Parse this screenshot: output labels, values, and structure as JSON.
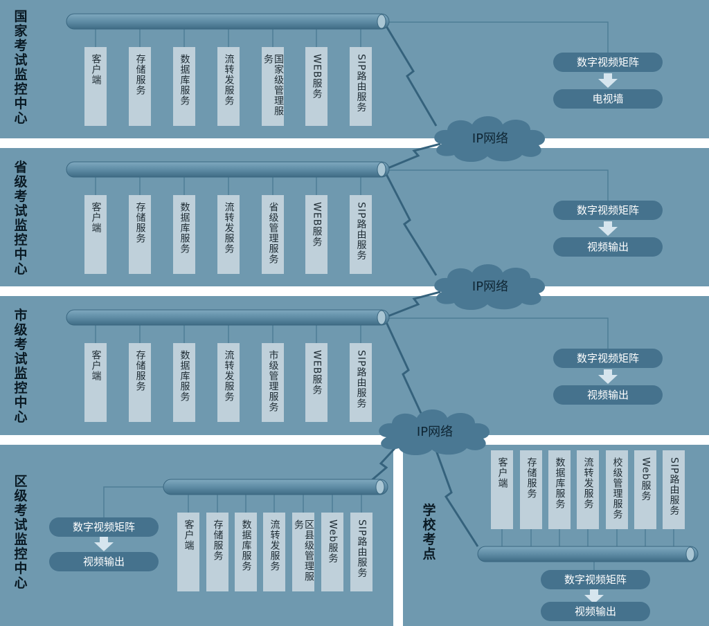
{
  "tiers": [
    {
      "title": "国家考试监控中心",
      "services": [
        "客户端",
        "存储服务",
        "数据库服务",
        "流转发服务",
        "国家级管理服务",
        "WEB服务",
        "SIP路由服务"
      ],
      "matrix": "数字视频矩阵",
      "output": "电视墙"
    },
    {
      "title": "省级考试监控中心",
      "services": [
        "客户端",
        "存储服务",
        "数据库服务",
        "流转发服务",
        "省级管理服务",
        "WEB服务",
        "SIP路由服务"
      ],
      "matrix": "数字视频矩阵",
      "output": "视频输出"
    },
    {
      "title": "市级考试监控中心",
      "services": [
        "客户端",
        "存储服务",
        "数据库服务",
        "流转发服务",
        "市级管理服务",
        "WEB服务",
        "SIP路由服务"
      ],
      "matrix": "数字视频矩阵",
      "output": "视频输出"
    },
    {
      "title": "区级考试监控中心",
      "services": [
        "客户端",
        "存储服务",
        "数据库服务",
        "流转发服务",
        "区县级管理服务",
        "Web服务",
        "SIP路由服务"
      ],
      "matrix": "数字视频矩阵",
      "output": "视频输出"
    },
    {
      "title": "学校考点",
      "services": [
        "客户端",
        "存储服务",
        "数据库服务",
        "流转发服务",
        "校级管理服务",
        "Web服务",
        "SIP路由服务"
      ],
      "matrix": "数字视频矩阵",
      "output": "视频输出"
    }
  ],
  "network_label": "IP网络",
  "colors": {
    "band": "#6f99af",
    "service_box": "#bfd0da",
    "pill": "#45728d",
    "pipe": "#4f7d96",
    "cloud": "#4a7893",
    "arrow": "#d6e5ee"
  }
}
